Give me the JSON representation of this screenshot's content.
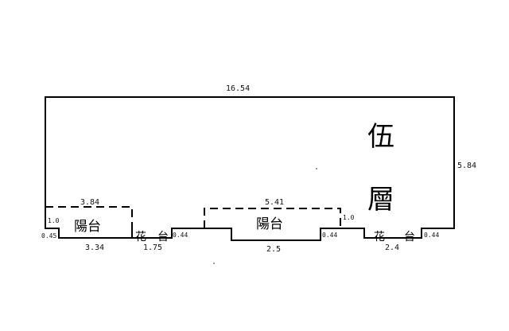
{
  "floor_label": {
    "char1": "伍",
    "char2": "層"
  },
  "dimensions": {
    "top_width": "16.54",
    "right_height": "5.84",
    "balcony_left_top": "3.84",
    "balcony_left_bottom": "3.34",
    "balcony_left_side": "1.0",
    "balcony_left_step": "0.45",
    "planter_left_width": "1.75",
    "planter_left_step": "0.44",
    "balcony_mid_top": "5.41",
    "balcony_mid_bottom": "2.5",
    "balcony_mid_side": "1.0",
    "balcony_mid_step": "0.44",
    "planter_right_width": "2.4",
    "planter_right_step": "0.44"
  },
  "rooms": {
    "balcony_left": "陽台",
    "balcony_mid": "陽台",
    "planter_left": "花台",
    "planter_right": "花台"
  }
}
